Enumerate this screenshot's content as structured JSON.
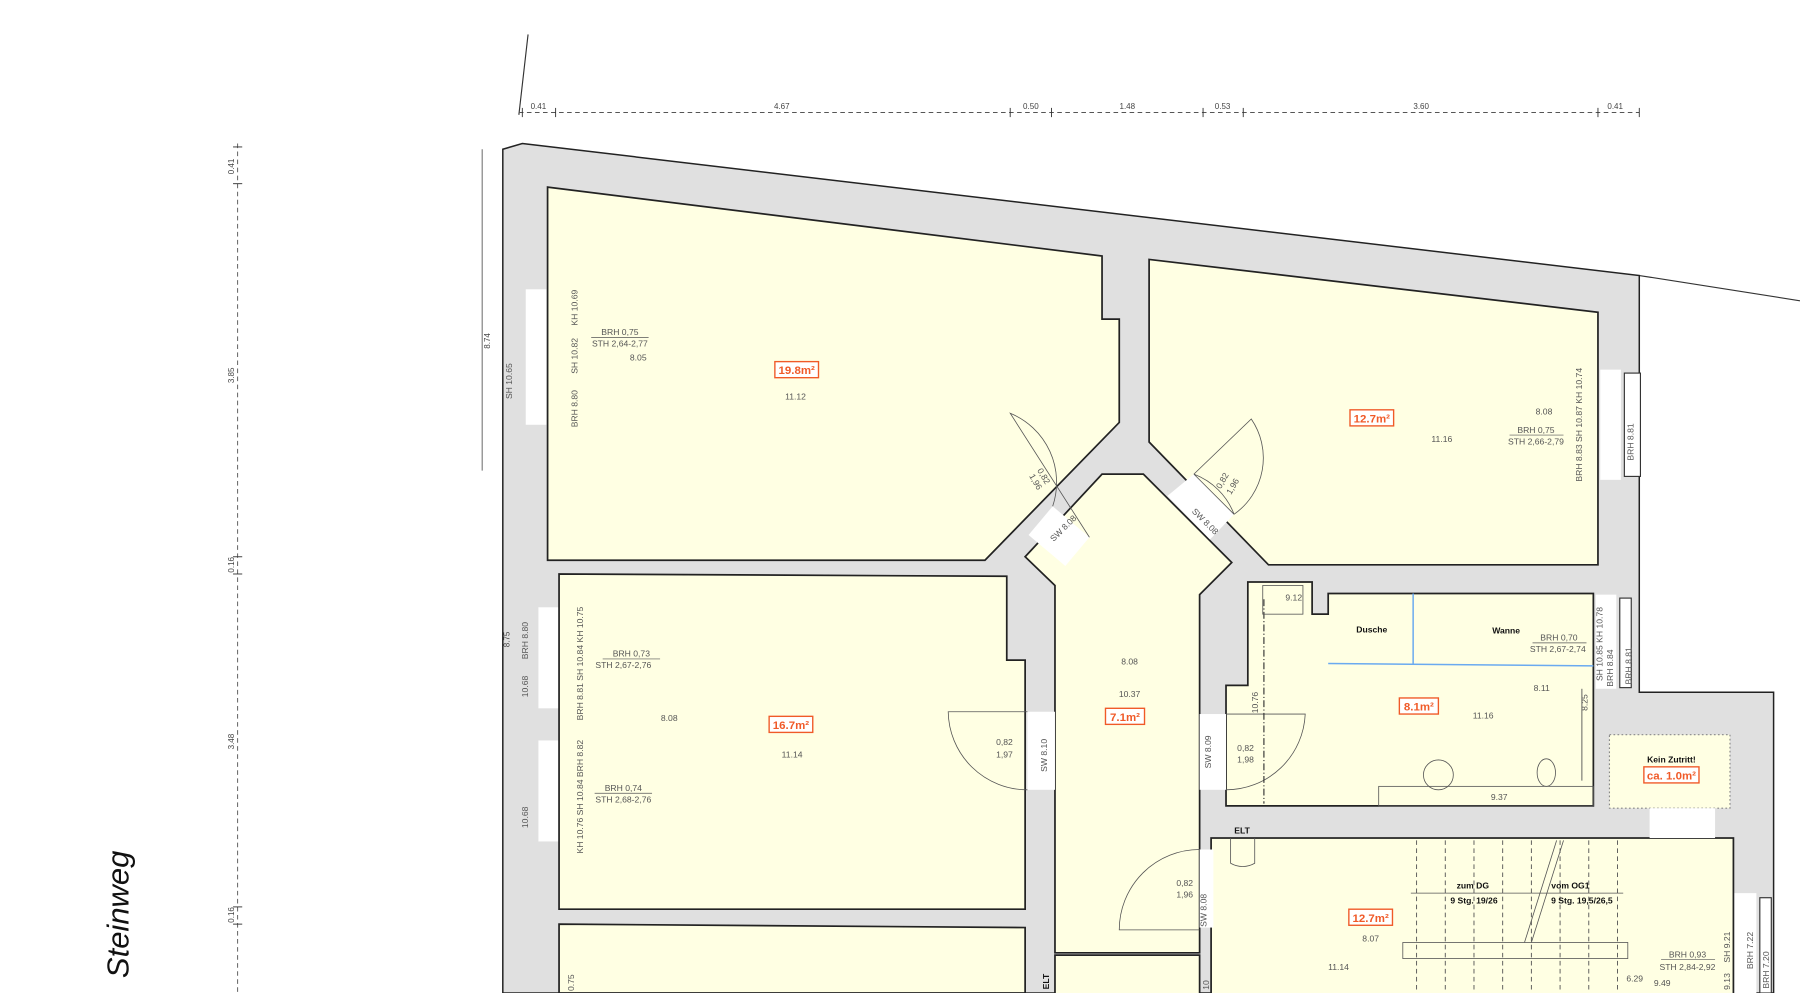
{
  "street": "Steinweg",
  "colors": {
    "room_fill": "#ffffe3",
    "wall_fill": "#e0e0e0",
    "area_label": "#f05a28",
    "sanitary_divider": "#6aaaf0"
  },
  "dimensions": {
    "top": [
      "0.41",
      "4.67",
      "0.50",
      "1.48",
      "0.53",
      "3.60",
      "0.41"
    ],
    "left": [
      "0.41",
      "3.85",
      "0.16",
      "3.48",
      "0.16"
    ],
    "left_inner": [
      "8.74",
      "8.75"
    ]
  },
  "room1": {
    "area": "19.8m²",
    "level": "11.12",
    "floor": "8.05",
    "brh": "BRH 0,75",
    "sth": "STH 2,64-2,77",
    "win_kh": "KH 10.69",
    "win_sh": "SH 10.82",
    "win_brh": "BRH 8.80",
    "win_sh_out": "SH 10.65"
  },
  "room2": {
    "area": "12.7m²",
    "level": "11.16",
    "floor": "8.08",
    "brh": "BRH 0,75",
    "sth": "STH 2,66-2,79",
    "win": "BRH 8.83  SH 10.87  KH 10.74",
    "win_brh": "BRH 8.81"
  },
  "corridor": {
    "area": "7.1m²",
    "floor": "8.08",
    "level": "10.37"
  },
  "room3": {
    "area": "16.7m²",
    "level": "11.14",
    "floor": "8.08",
    "brh_a": "BRH 0,73",
    "sth_a": "STH 2,67-2,76",
    "brh_b": "BRH 0,74",
    "sth_b": "STH 2,68-2,76",
    "win_a": "BRH 8.81  SH 10.84  KH 10.75",
    "win_b": "KH 10.76  SH 10.84  BRH 8.82",
    "win_a_out": "BRH 8.80",
    "win_a_out2": "10.68",
    "win_b_out": "10.68"
  },
  "bath": {
    "area": "8.1m²",
    "level": "11.16",
    "floor": "8.11",
    "shower": "Dusche",
    "tub": "Wanne",
    "brh": "BRH 0,70",
    "sth": "STH 2,67-2,74",
    "shaft": "9.12",
    "counter": "9.37",
    "side": "10.76",
    "side2": "8.25",
    "win": "SH 10.85  KH 10.78",
    "win_brh": "BRH 8.84",
    "win_brh2": "BRH 8.81"
  },
  "storage": {
    "note": "Kein Zutritt!",
    "area": "ca. 1.0m²"
  },
  "stair_room": {
    "area": "12.7m²",
    "floor": "8.07",
    "level": "11.14",
    "up_label": "zum DG",
    "up_steps": "9 Stg. 19/26",
    "down_label": "vom OG1",
    "down_steps": "9 Stg. 19,5/26,5",
    "brh": "BRH 0,93",
    "sth": "STH 2,84-2,92",
    "low": "6.29",
    "high": "9.49",
    "win_sh": "SH 9.21",
    "win_913": "9.13",
    "win_brh1": "BRH 7.22",
    "win_brh2": "BRH 7.20",
    "elt": "ELT"
  },
  "doors": {
    "d1": {
      "w": "0,82",
      "h": "1,96",
      "sw": "SW 8.08"
    },
    "d2": {
      "w": "0,82",
      "h": "1,96",
      "sw": "SW 8.08"
    },
    "d3": {
      "w": "0,82",
      "h": "1,97",
      "sw": "SW 8.10"
    },
    "d4": {
      "w": "0,82",
      "h": "1,98",
      "sw": "SW 8.09"
    },
    "d5": {
      "w": "0,82",
      "h": "1,96",
      "sw": "SW 8.08"
    }
  },
  "bottom": {
    "elt": "ELT",
    "r4_win": "0.75",
    "small": "10"
  }
}
